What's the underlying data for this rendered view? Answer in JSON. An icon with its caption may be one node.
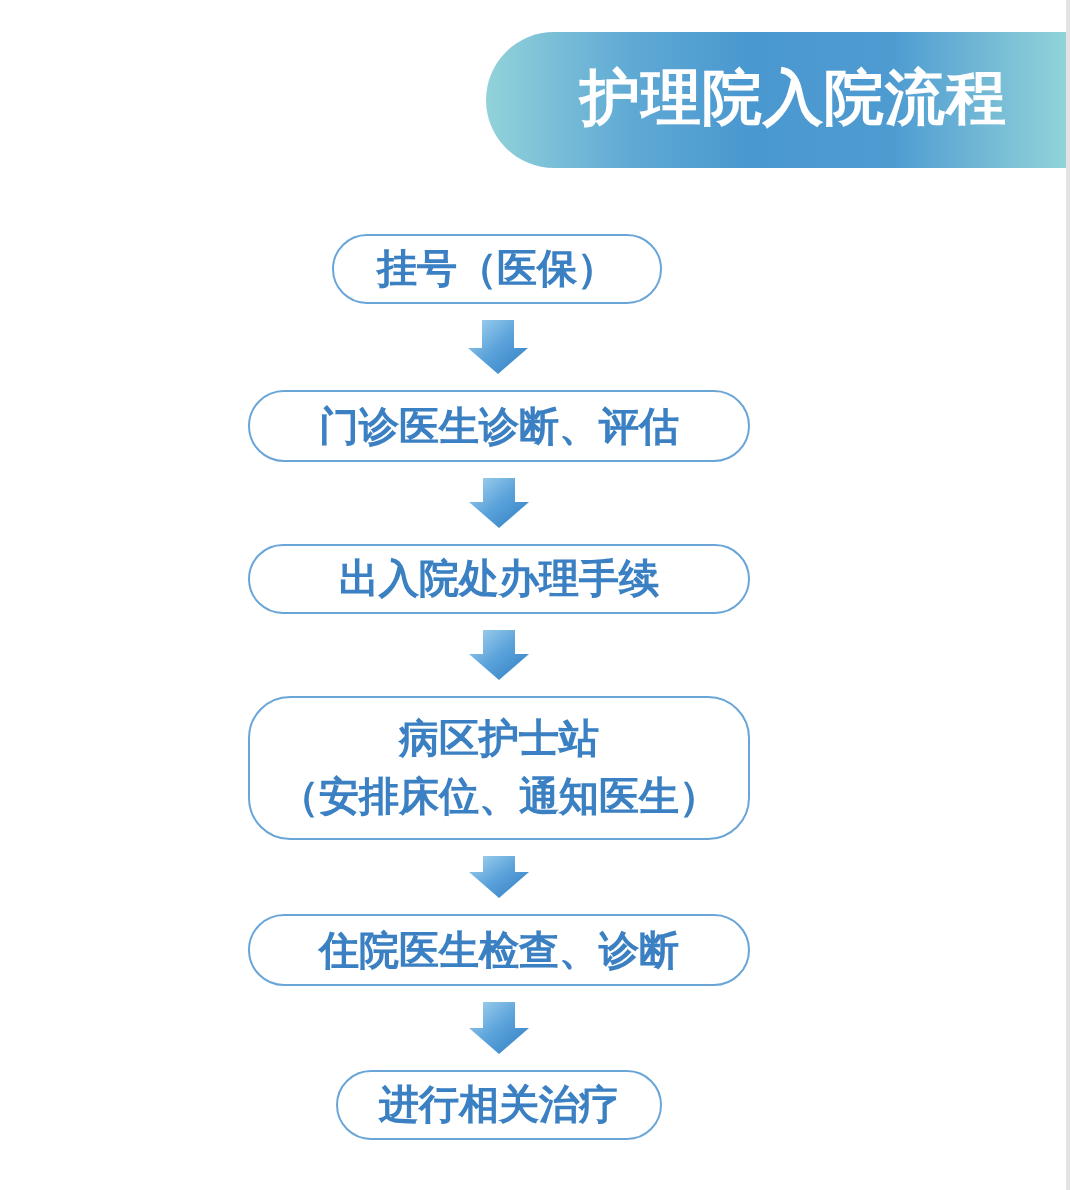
{
  "diagram": {
    "title": "护理院入院流程",
    "nodes": [
      {
        "text": [
          "挂号（医保）"
        ]
      },
      {
        "text": [
          "门诊医生诊断、评估"
        ]
      },
      {
        "text": [
          "出入院处办理手续"
        ]
      },
      {
        "text": [
          "病区护士站",
          "（安排床位、通知医生）"
        ]
      },
      {
        "text": [
          "住院医生检查、诊断"
        ]
      },
      {
        "text": [
          "进行相关治疗"
        ]
      }
    ],
    "edges": [
      {
        "from": 0,
        "to": 1,
        "arrow": "to"
      },
      {
        "from": 1,
        "to": 2,
        "arrow": "to"
      },
      {
        "from": 2,
        "to": 3,
        "arrow": "to"
      },
      {
        "from": 3,
        "to": 4,
        "arrow": "to"
      },
      {
        "from": 4,
        "to": 5,
        "arrow": "to"
      }
    ]
  }
}
